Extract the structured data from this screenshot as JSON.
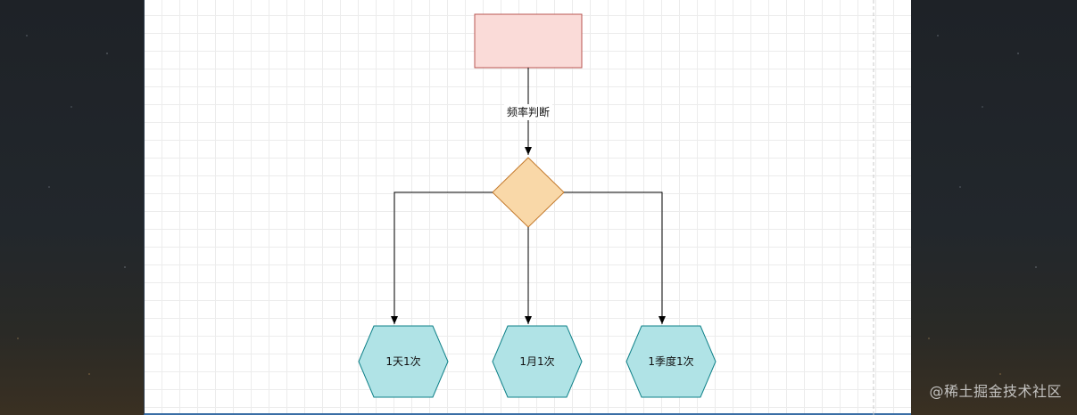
{
  "diagram": {
    "edge_label": "频率判断",
    "outcomes": [
      {
        "label": "1天1次"
      },
      {
        "label": "1月1次"
      },
      {
        "label": "1季度1次"
      }
    ]
  },
  "colors": {
    "start_fill": "#fadbd8",
    "start_stroke": "#b85450",
    "decision_fill": "#f9d8a8",
    "decision_stroke": "#c47a2c",
    "outcome_fill": "#b0e3e6",
    "outcome_stroke": "#0e8088",
    "edge": "#000000"
  },
  "watermark": "@稀土掘金技术社区"
}
